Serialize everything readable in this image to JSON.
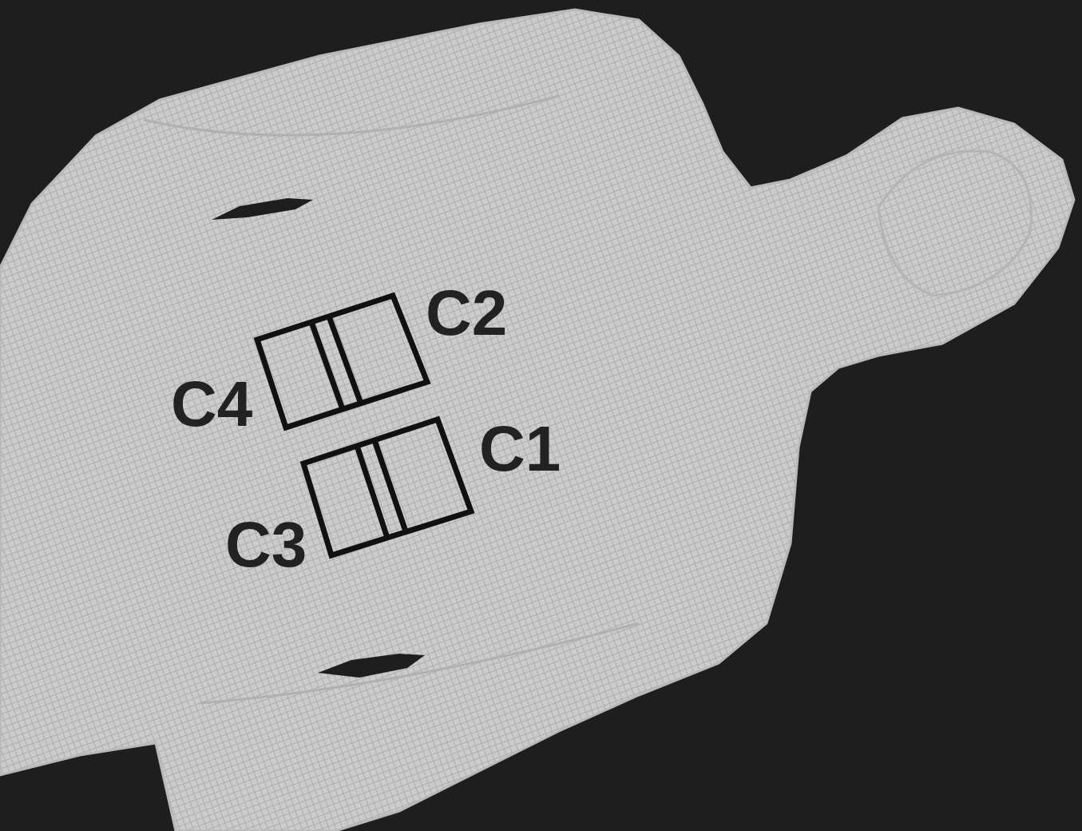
{
  "diagram": {
    "labels": [
      "C2",
      "C4",
      "C1",
      "C3"
    ]
  }
}
